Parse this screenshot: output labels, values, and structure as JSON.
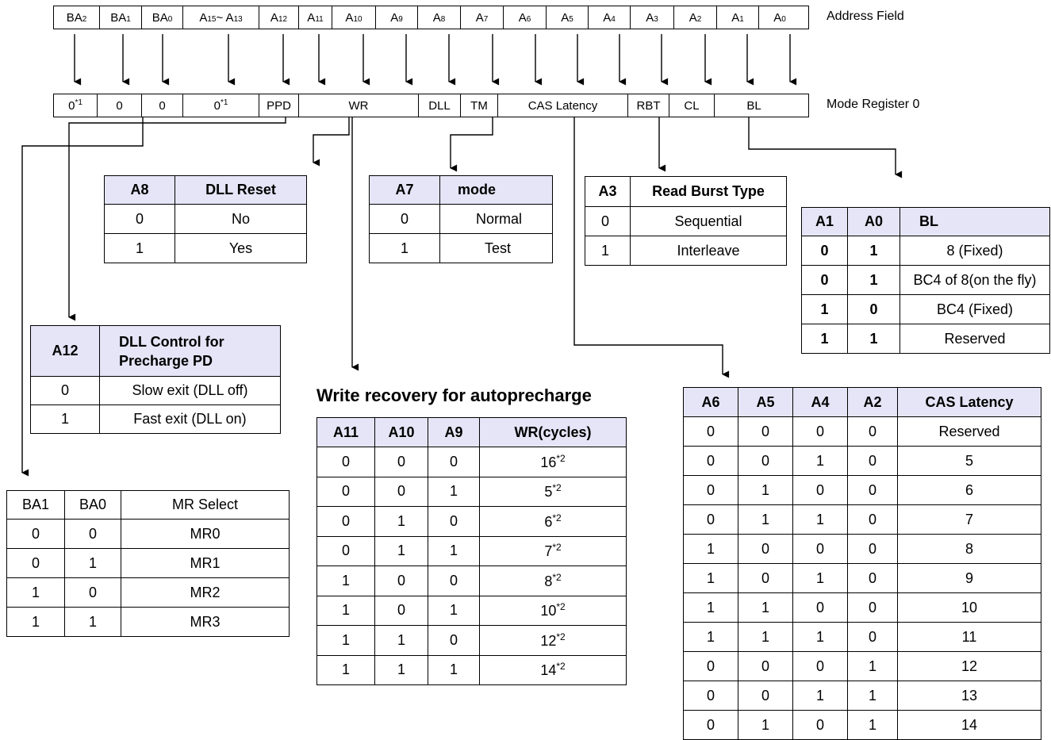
{
  "address_field": {
    "label": "Address Field",
    "cells": [
      {
        "main": "BA",
        "sub": "2"
      },
      {
        "main": "BA",
        "sub": "1"
      },
      {
        "main": "BA",
        "sub": "0"
      },
      {
        "main": "A",
        "sub": "15",
        "main2": " ~ A",
        "sub2": "13"
      },
      {
        "main": "A",
        "sub": "12"
      },
      {
        "main": "A",
        "sub": "11"
      },
      {
        "main": "A",
        "sub": "10"
      },
      {
        "main": "A",
        "sub": "9"
      },
      {
        "main": "A",
        "sub": "8"
      },
      {
        "main": "A",
        "sub": "7"
      },
      {
        "main": "A",
        "sub": "6"
      },
      {
        "main": "A",
        "sub": "5"
      },
      {
        "main": "A",
        "sub": "4"
      },
      {
        "main": "A",
        "sub": "3"
      },
      {
        "main": "A",
        "sub": "2"
      },
      {
        "main": "A",
        "sub": "1"
      },
      {
        "main": "A",
        "sub": "0"
      }
    ]
  },
  "mode_register": {
    "label": "Mode Register 0",
    "cells": [
      {
        "main": "0",
        "sup": "*1"
      },
      {
        "main": "0"
      },
      {
        "main": "0"
      },
      {
        "main": "0",
        "sup": "*1"
      },
      {
        "main": "PPD"
      },
      {
        "main": "WR"
      },
      {
        "main": "DLL"
      },
      {
        "main": "TM"
      },
      {
        "main": "CAS Latency"
      },
      {
        "main": "RBT"
      },
      {
        "main": "CL"
      },
      {
        "main": "BL"
      }
    ]
  },
  "dll_reset": {
    "headers": [
      "A8",
      "DLL Reset"
    ],
    "rows": [
      [
        "0",
        "No"
      ],
      [
        "1",
        "Yes"
      ]
    ]
  },
  "tm_mode": {
    "headers": [
      "A7",
      "mode"
    ],
    "rows": [
      [
        "0",
        "Normal"
      ],
      [
        "1",
        "Test"
      ]
    ]
  },
  "read_burst": {
    "headers": [
      "A3",
      "Read Burst Type"
    ],
    "rows": [
      [
        "0",
        "Sequential"
      ],
      [
        "1",
        "Interleave"
      ]
    ]
  },
  "burst_length": {
    "headers": [
      "A1",
      "A0",
      "BL"
    ],
    "rows": [
      [
        "0",
        "1",
        "8 (Fixed)"
      ],
      [
        "0",
        "1",
        "BC4 of 8(on the fly)"
      ],
      [
        "1",
        "0",
        "BC4 (Fixed)"
      ],
      [
        "1",
        "1",
        "Reserved"
      ]
    ]
  },
  "dll_control": {
    "headers": [
      "A12",
      "DLL Control for Precharge PD"
    ],
    "rows": [
      [
        "0",
        "Slow exit (DLL off)"
      ],
      [
        "1",
        "Fast exit (DLL on)"
      ]
    ]
  },
  "write_recovery": {
    "title": "Write recovery for autoprecharge",
    "headers": [
      "A11",
      "A10",
      "A9",
      "WR(cycles)"
    ],
    "rows": [
      [
        "0",
        "0",
        "0",
        "16",
        "*2"
      ],
      [
        "0",
        "0",
        "1",
        "5",
        "*2"
      ],
      [
        "0",
        "1",
        "0",
        "6",
        "*2"
      ],
      [
        "0",
        "1",
        "1",
        "7",
        "*2"
      ],
      [
        "1",
        "0",
        "0",
        "8",
        "*2"
      ],
      [
        "1",
        "0",
        "1",
        "10",
        "*2"
      ],
      [
        "1",
        "1",
        "0",
        "12",
        "*2"
      ],
      [
        "1",
        "1",
        "1",
        "14",
        "*2"
      ]
    ]
  },
  "mr_select": {
    "headers": [
      "BA1",
      "BA0",
      "MR Select"
    ],
    "rows": [
      [
        "0",
        "0",
        "MR0"
      ],
      [
        "0",
        "1",
        "MR1"
      ],
      [
        "1",
        "0",
        "MR2"
      ],
      [
        "1",
        "1",
        "MR3"
      ]
    ]
  },
  "cas_latency": {
    "headers": [
      "A6",
      "A5",
      "A4",
      "A2",
      "CAS Latency"
    ],
    "rows": [
      [
        "0",
        "0",
        "0",
        "0",
        "Reserved"
      ],
      [
        "0",
        "0",
        "1",
        "0",
        "5"
      ],
      [
        "0",
        "1",
        "0",
        "0",
        "6"
      ],
      [
        "0",
        "1",
        "1",
        "0",
        "7"
      ],
      [
        "1",
        "0",
        "0",
        "0",
        "8"
      ],
      [
        "1",
        "0",
        "1",
        "0",
        "9"
      ],
      [
        "1",
        "1",
        "0",
        "0",
        "10"
      ],
      [
        "1",
        "1",
        "1",
        "0",
        "11"
      ],
      [
        "0",
        "0",
        "0",
        "1",
        "12"
      ],
      [
        "0",
        "0",
        "1",
        "1",
        "13"
      ],
      [
        "0",
        "1",
        "0",
        "1",
        "14"
      ]
    ]
  }
}
